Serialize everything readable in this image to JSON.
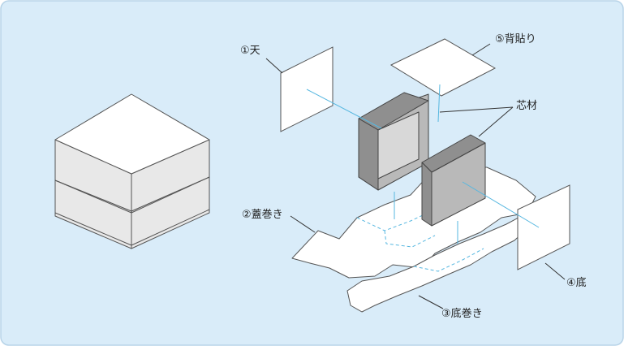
{
  "colors": {
    "background": "#d9ecf9",
    "border": "#b7d3e8",
    "leader": "#56b7e0",
    "box_light": "#ffffff",
    "box_side": "#e8e8e8",
    "core_face": "#b9b9b9",
    "core_inner": "#d8d8d8",
    "core_dark": "#8f8f8f"
  },
  "labels": {
    "top": "①天",
    "back_paste": "⑤背貼り",
    "core": "芯材",
    "lid_wrap": "②蓋巻き",
    "bottom": "④底",
    "bottom_wrap": "③底巻き"
  }
}
